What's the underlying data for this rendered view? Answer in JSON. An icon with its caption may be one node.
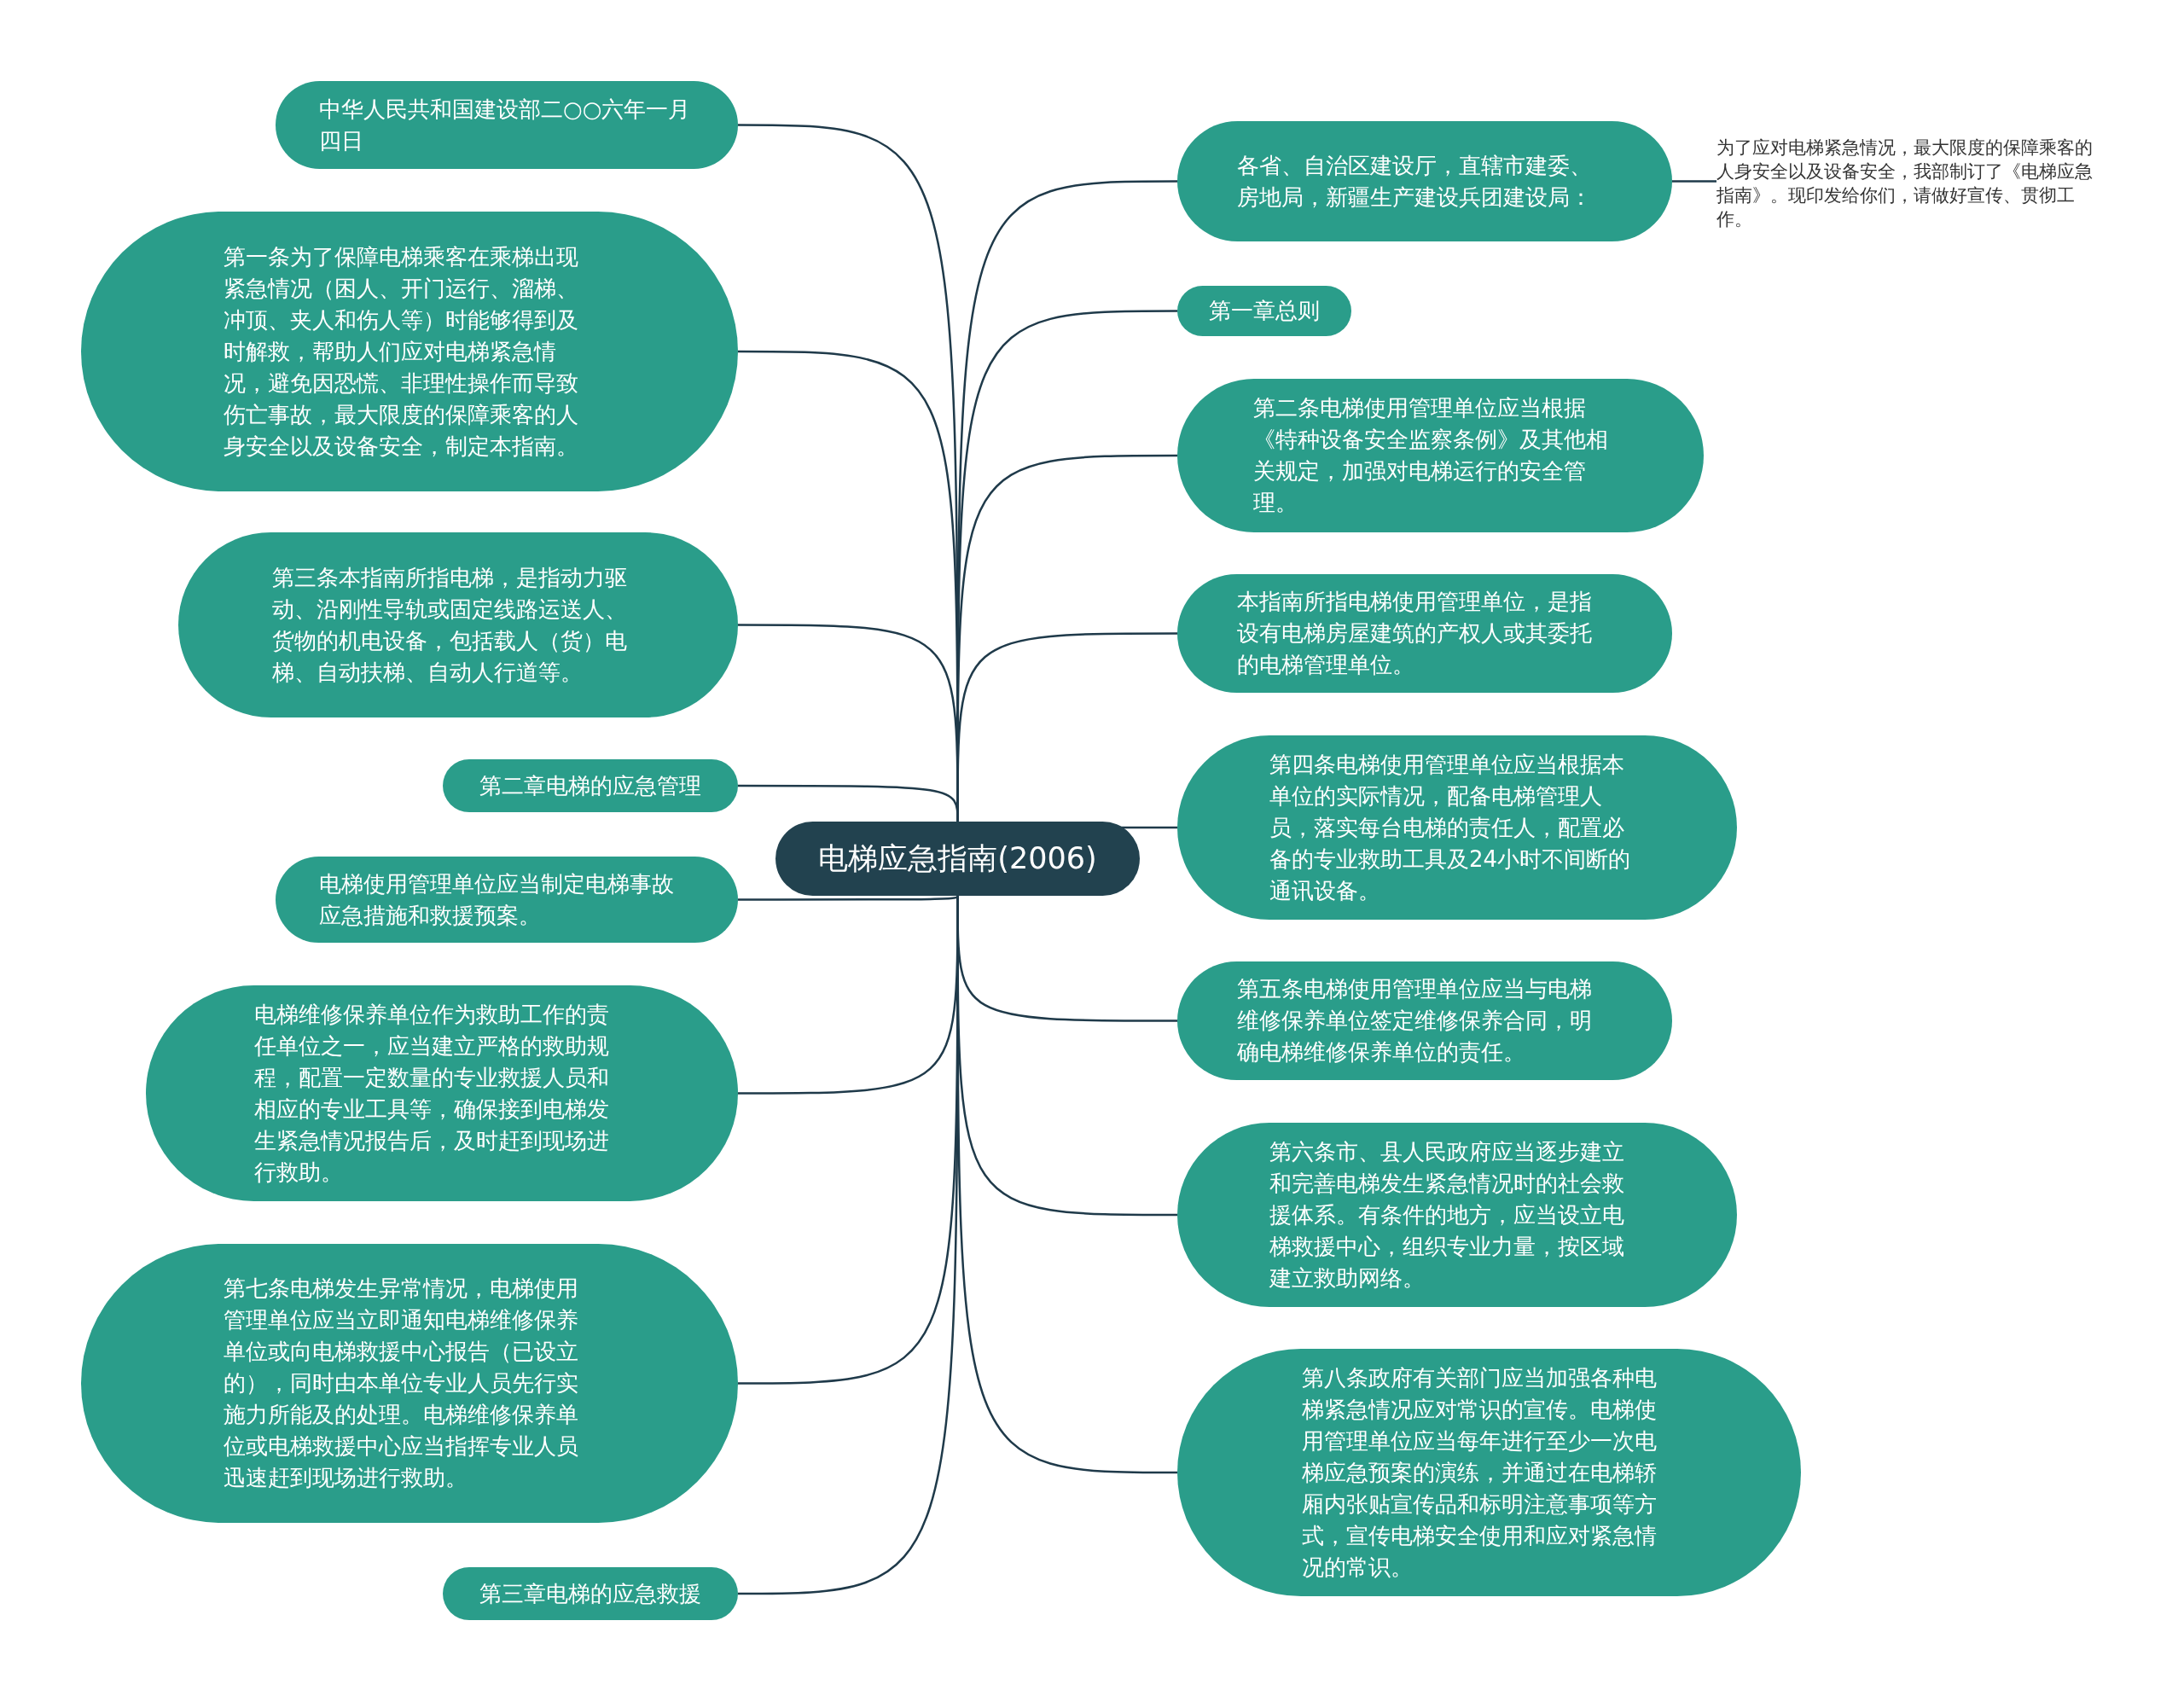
{
  "diagram": {
    "nodes": [
      {
        "text": [
          "电梯应急指南(2006)"
        ]
      },
      {
        "text": [
          "中华人民共和国建设部二○○六年一月四日"
        ]
      },
      {
        "text": [
          "第一条为了保障电梯乘客在乘梯出现紧急情况（困人、开门运行、溜梯、冲顶、夹人和伤人等）时能够得到及时解救，帮助人们应对电梯紧急情况，避免因恐慌、非理性操作而导致伤亡事故，最大限度的保障乘客的人身安全以及设备安全，制定本指南。"
        ]
      },
      {
        "text": [
          "第三条本指南所指电梯，是指动力驱动、沿刚性导轨或固定线路运送人、货物的机电设备，包括载人（货）电梯、自动扶梯、自动人行道等。"
        ]
      },
      {
        "text": [
          "第二章电梯的应急管理"
        ]
      },
      {
        "text": [
          "电梯使用管理单位应当制定电梯事故应急措施和救援预案。"
        ]
      },
      {
        "text": [
          "电梯维修保养单位作为救助工作的责任单位之一，应当建立严格的救助规程，配置一定数量的专业救援人员和相应的专业工具等，确保接到电梯发生紧急情况报告后，及时赶到现场进行救助。"
        ]
      },
      {
        "text": [
          "第七条电梯发生异常情况，电梯使用管理单位应当立即通知电梯维修保养单位或向电梯救援中心报告（已设立的），同时由本单位专业人员先行实施力所能及的处理。电梯维修保养单位或电梯救援中心应当指挥专业人员迅速赶到现场进行救助。"
        ]
      },
      {
        "text": [
          "第三章电梯的应急救援"
        ]
      },
      {
        "text": [
          "各省、自治区建设厅，直辖市建委、房地局，新疆生产建设兵团建设局："
        ]
      },
      {
        "text": [
          "为了应对电梯紧急情况，最大限度的保障乘客的人身安全以及设备安全，我部制订了《电梯应急指南》。现印发给你们，请做好宣传、贯彻工作。"
        ]
      },
      {
        "text": [
          "第一章总则"
        ]
      },
      {
        "text": [
          "第二条电梯使用管理单位应当根据《特种设备安全监察条例》及其他相关规定，加强对电梯运行的安全管理。"
        ]
      },
      {
        "text": [
          "本指南所指电梯使用管理单位，是指设有电梯房屋建筑的产权人或其委托的电梯管理单位。"
        ]
      },
      {
        "text": [
          "第四条电梯使用管理单位应当根据本单位的实际情况，配备电梯管理人员，落实每台电梯的责任人，配置必备的专业救助工具及24小时不间断的通讯设备。"
        ]
      },
      {
        "text": [
          "第五条电梯使用管理单位应当与电梯维修保养单位签定维修保养合同，明确电梯维修保养单位的责任。"
        ]
      },
      {
        "text": [
          "第六条市、县人民政府应当逐步建立和完善电梯发生紧急情况时的社会救援体系。有条件的地方，应当设立电梯救援中心，组织专业力量，按区域建立救助网络。"
        ]
      },
      {
        "text": [
          "第八条政府有关部门应当加强各种电梯紧急情况应对常识的宣传。电梯使用管理单位应当每年进行至少一次电梯应急预案的演练，并通过在电梯轿厢内张贴宣传品和标明注意事项等方式，宣传电梯安全使用和应对紧急情况的常识。"
        ]
      }
    ],
    "edges": [
      {
        "from": 0,
        "to": 1,
        "arrow": "none"
      },
      {
        "from": 0,
        "to": 2,
        "arrow": "none"
      },
      {
        "from": 0,
        "to": 3,
        "arrow": "none"
      },
      {
        "from": 0,
        "to": 4,
        "arrow": "none"
      },
      {
        "from": 0,
        "to": 5,
        "arrow": "none"
      },
      {
        "from": 0,
        "to": 6,
        "arrow": "none"
      },
      {
        "from": 0,
        "to": 7,
        "arrow": "none"
      },
      {
        "from": 0,
        "to": 8,
        "arrow": "none"
      },
      {
        "from": 0,
        "to": 9,
        "arrow": "none"
      },
      {
        "from": 9,
        "to": 10,
        "arrow": "none"
      },
      {
        "from": 0,
        "to": 11,
        "arrow": "none"
      },
      {
        "from": 0,
        "to": 12,
        "arrow": "none"
      },
      {
        "from": 0,
        "to": 13,
        "arrow": "none"
      },
      {
        "from": 0,
        "to": 14,
        "arrow": "none"
      },
      {
        "from": 0,
        "to": 15,
        "arrow": "none"
      },
      {
        "from": 0,
        "to": 16,
        "arrow": "none"
      },
      {
        "from": 0,
        "to": 17,
        "arrow": "none"
      }
    ]
  }
}
